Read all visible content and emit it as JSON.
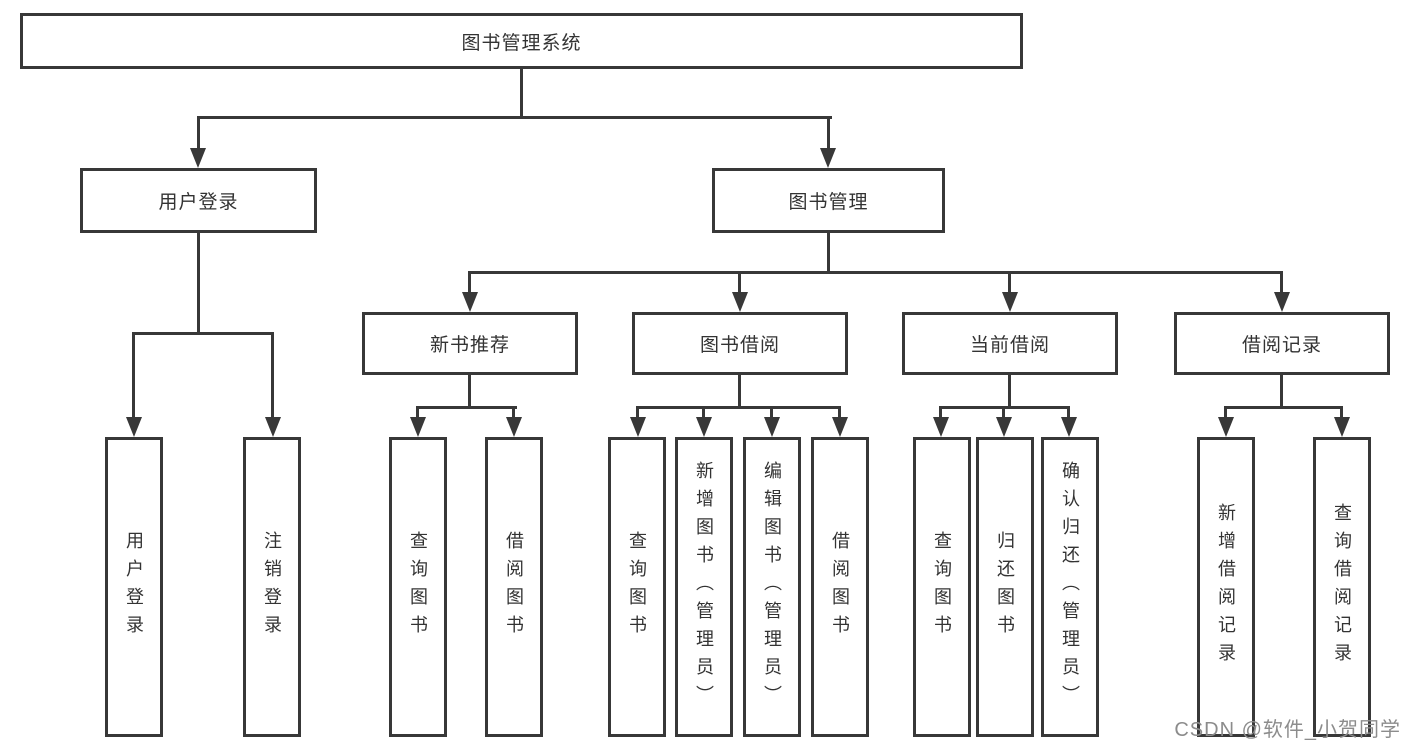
{
  "title": {
    "label": "图书管理系统"
  },
  "modules": [
    {
      "label": "用户登录"
    },
    {
      "label": "图书管理"
    }
  ],
  "features": [
    {
      "label": "新书推荐"
    },
    {
      "label": "图书借阅"
    },
    {
      "label": "当前借阅"
    },
    {
      "label": "借阅记录"
    }
  ],
  "leaves": [
    {
      "label": "用户登录",
      "parent": "用户登录"
    },
    {
      "label": "注销登录",
      "parent": "用户登录"
    },
    {
      "label": "查询图书",
      "parent": "新书推荐"
    },
    {
      "label": "借阅图书",
      "parent": "新书推荐"
    },
    {
      "label": "查询图书",
      "parent": "图书借阅"
    },
    {
      "label": "新增图书（管理员）",
      "parent": "图书借阅"
    },
    {
      "label": "编辑图书（管理员）",
      "parent": "图书借阅"
    },
    {
      "label": "借阅图书",
      "parent": "图书借阅"
    },
    {
      "label": "查询图书",
      "parent": "当前借阅"
    },
    {
      "label": "归还图书",
      "parent": "当前借阅"
    },
    {
      "label": "确认归还（管理员）",
      "parent": "当前借阅"
    },
    {
      "label": "新增借阅记录",
      "parent": "借阅记录"
    },
    {
      "label": "查询借阅记录",
      "parent": "借阅记录"
    }
  ],
  "watermark": {
    "text": "CSDN @软件_小贺同学"
  },
  "colors": {
    "line": "#383838",
    "text": "#333333",
    "watermark": "#8c8c8c"
  }
}
